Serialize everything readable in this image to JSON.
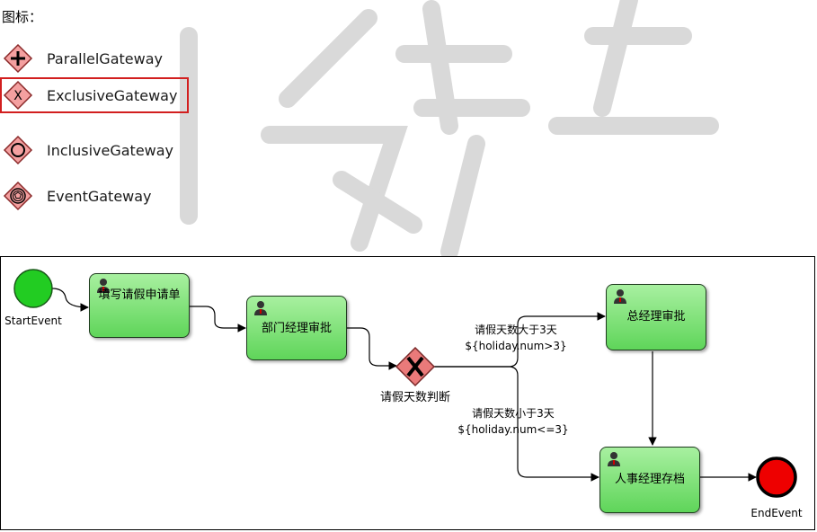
{
  "section_label": "图标：",
  "palette": [
    {
      "label": "ParallelGateway",
      "icon": "parallel-gateway-icon",
      "selected": false
    },
    {
      "label": "ExclusiveGateway",
      "icon": "exclusive-gateway-icon",
      "selected": true
    },
    {
      "label": "InclusiveGateway",
      "icon": "inclusive-gateway-icon",
      "selected": false
    },
    {
      "label": "EventGateway",
      "icon": "event-gateway-icon",
      "selected": false
    }
  ],
  "diagram": {
    "start_event": "StartEvent",
    "end_event": "EndEvent",
    "tasks": {
      "fill_form": "填写请假申请单",
      "dept_approval": "部门经理审批",
      "gm_approval": "总经理审批",
      "hr_archive": "人事经理存档"
    },
    "gateway": "请假天数判断",
    "flows": {
      "more_than_3_line1": "请假天数大于3天",
      "more_than_3_line2": "${holiday.num>3}",
      "less_eq_3_line1": "请假天数小于3天",
      "less_eq_3_line2": "${holiday.num<=3}"
    }
  },
  "colors": {
    "start": "#22cc22",
    "end": "#ee0000",
    "task": "#6fdc68",
    "gateway": "#f08080",
    "selection": "#d21f1f"
  }
}
